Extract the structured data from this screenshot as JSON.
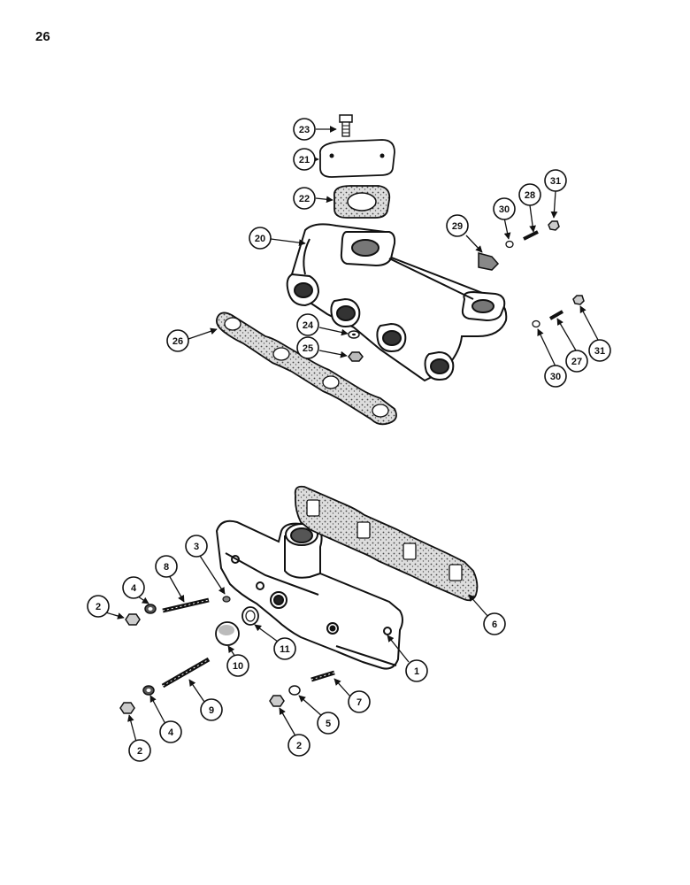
{
  "page_number": "26",
  "callouts": [
    {
      "id": "c23",
      "label": "23"
    },
    {
      "id": "c21",
      "label": "21"
    },
    {
      "id": "c22",
      "label": "22"
    },
    {
      "id": "c20",
      "label": "20"
    },
    {
      "id": "c31a",
      "label": "31"
    },
    {
      "id": "c28",
      "label": "28"
    },
    {
      "id": "c30a",
      "label": "30"
    },
    {
      "id": "c29",
      "label": "29"
    },
    {
      "id": "c24",
      "label": "24"
    },
    {
      "id": "c25",
      "label": "25"
    },
    {
      "id": "c26",
      "label": "26"
    },
    {
      "id": "c30b",
      "label": "30"
    },
    {
      "id": "c27",
      "label": "27"
    },
    {
      "id": "c31b",
      "label": "31"
    },
    {
      "id": "c3",
      "label": "3"
    },
    {
      "id": "c8",
      "label": "8"
    },
    {
      "id": "c4a",
      "label": "4"
    },
    {
      "id": "c2a",
      "label": "2"
    },
    {
      "id": "c10",
      "label": "10"
    },
    {
      "id": "c11",
      "label": "11"
    },
    {
      "id": "c1",
      "label": "1"
    },
    {
      "id": "c6",
      "label": "6"
    },
    {
      "id": "c7",
      "label": "7"
    },
    {
      "id": "c9",
      "label": "9"
    },
    {
      "id": "c4b",
      "label": "4"
    },
    {
      "id": "c2b",
      "label": "2"
    },
    {
      "id": "c5",
      "label": "5"
    },
    {
      "id": "c2c",
      "label": "2"
    }
  ]
}
